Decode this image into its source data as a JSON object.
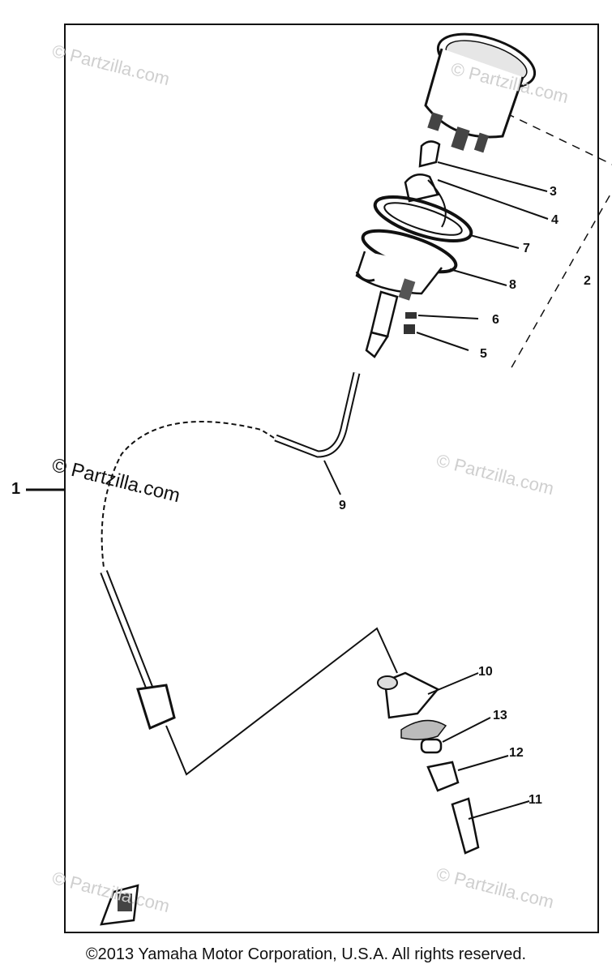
{
  "watermarks": {
    "light": "© Partzilla.com",
    "dark": "© Partzilla.com"
  },
  "callouts": {
    "c1": "1",
    "c2": "2",
    "c3": "3",
    "c4": "4",
    "c5": "5",
    "c6": "6",
    "c7": "7",
    "c8": "8",
    "c9": "9",
    "c10": "10",
    "c11": "11",
    "c12": "12",
    "c13": "13"
  },
  "footer": {
    "copyright": "©2013  Yamaha Motor Corporation, U.S.A. All rights reserved."
  },
  "colors": {
    "ink": "#111111",
    "watermark": "#cfcfcf",
    "background": "#ffffff"
  }
}
